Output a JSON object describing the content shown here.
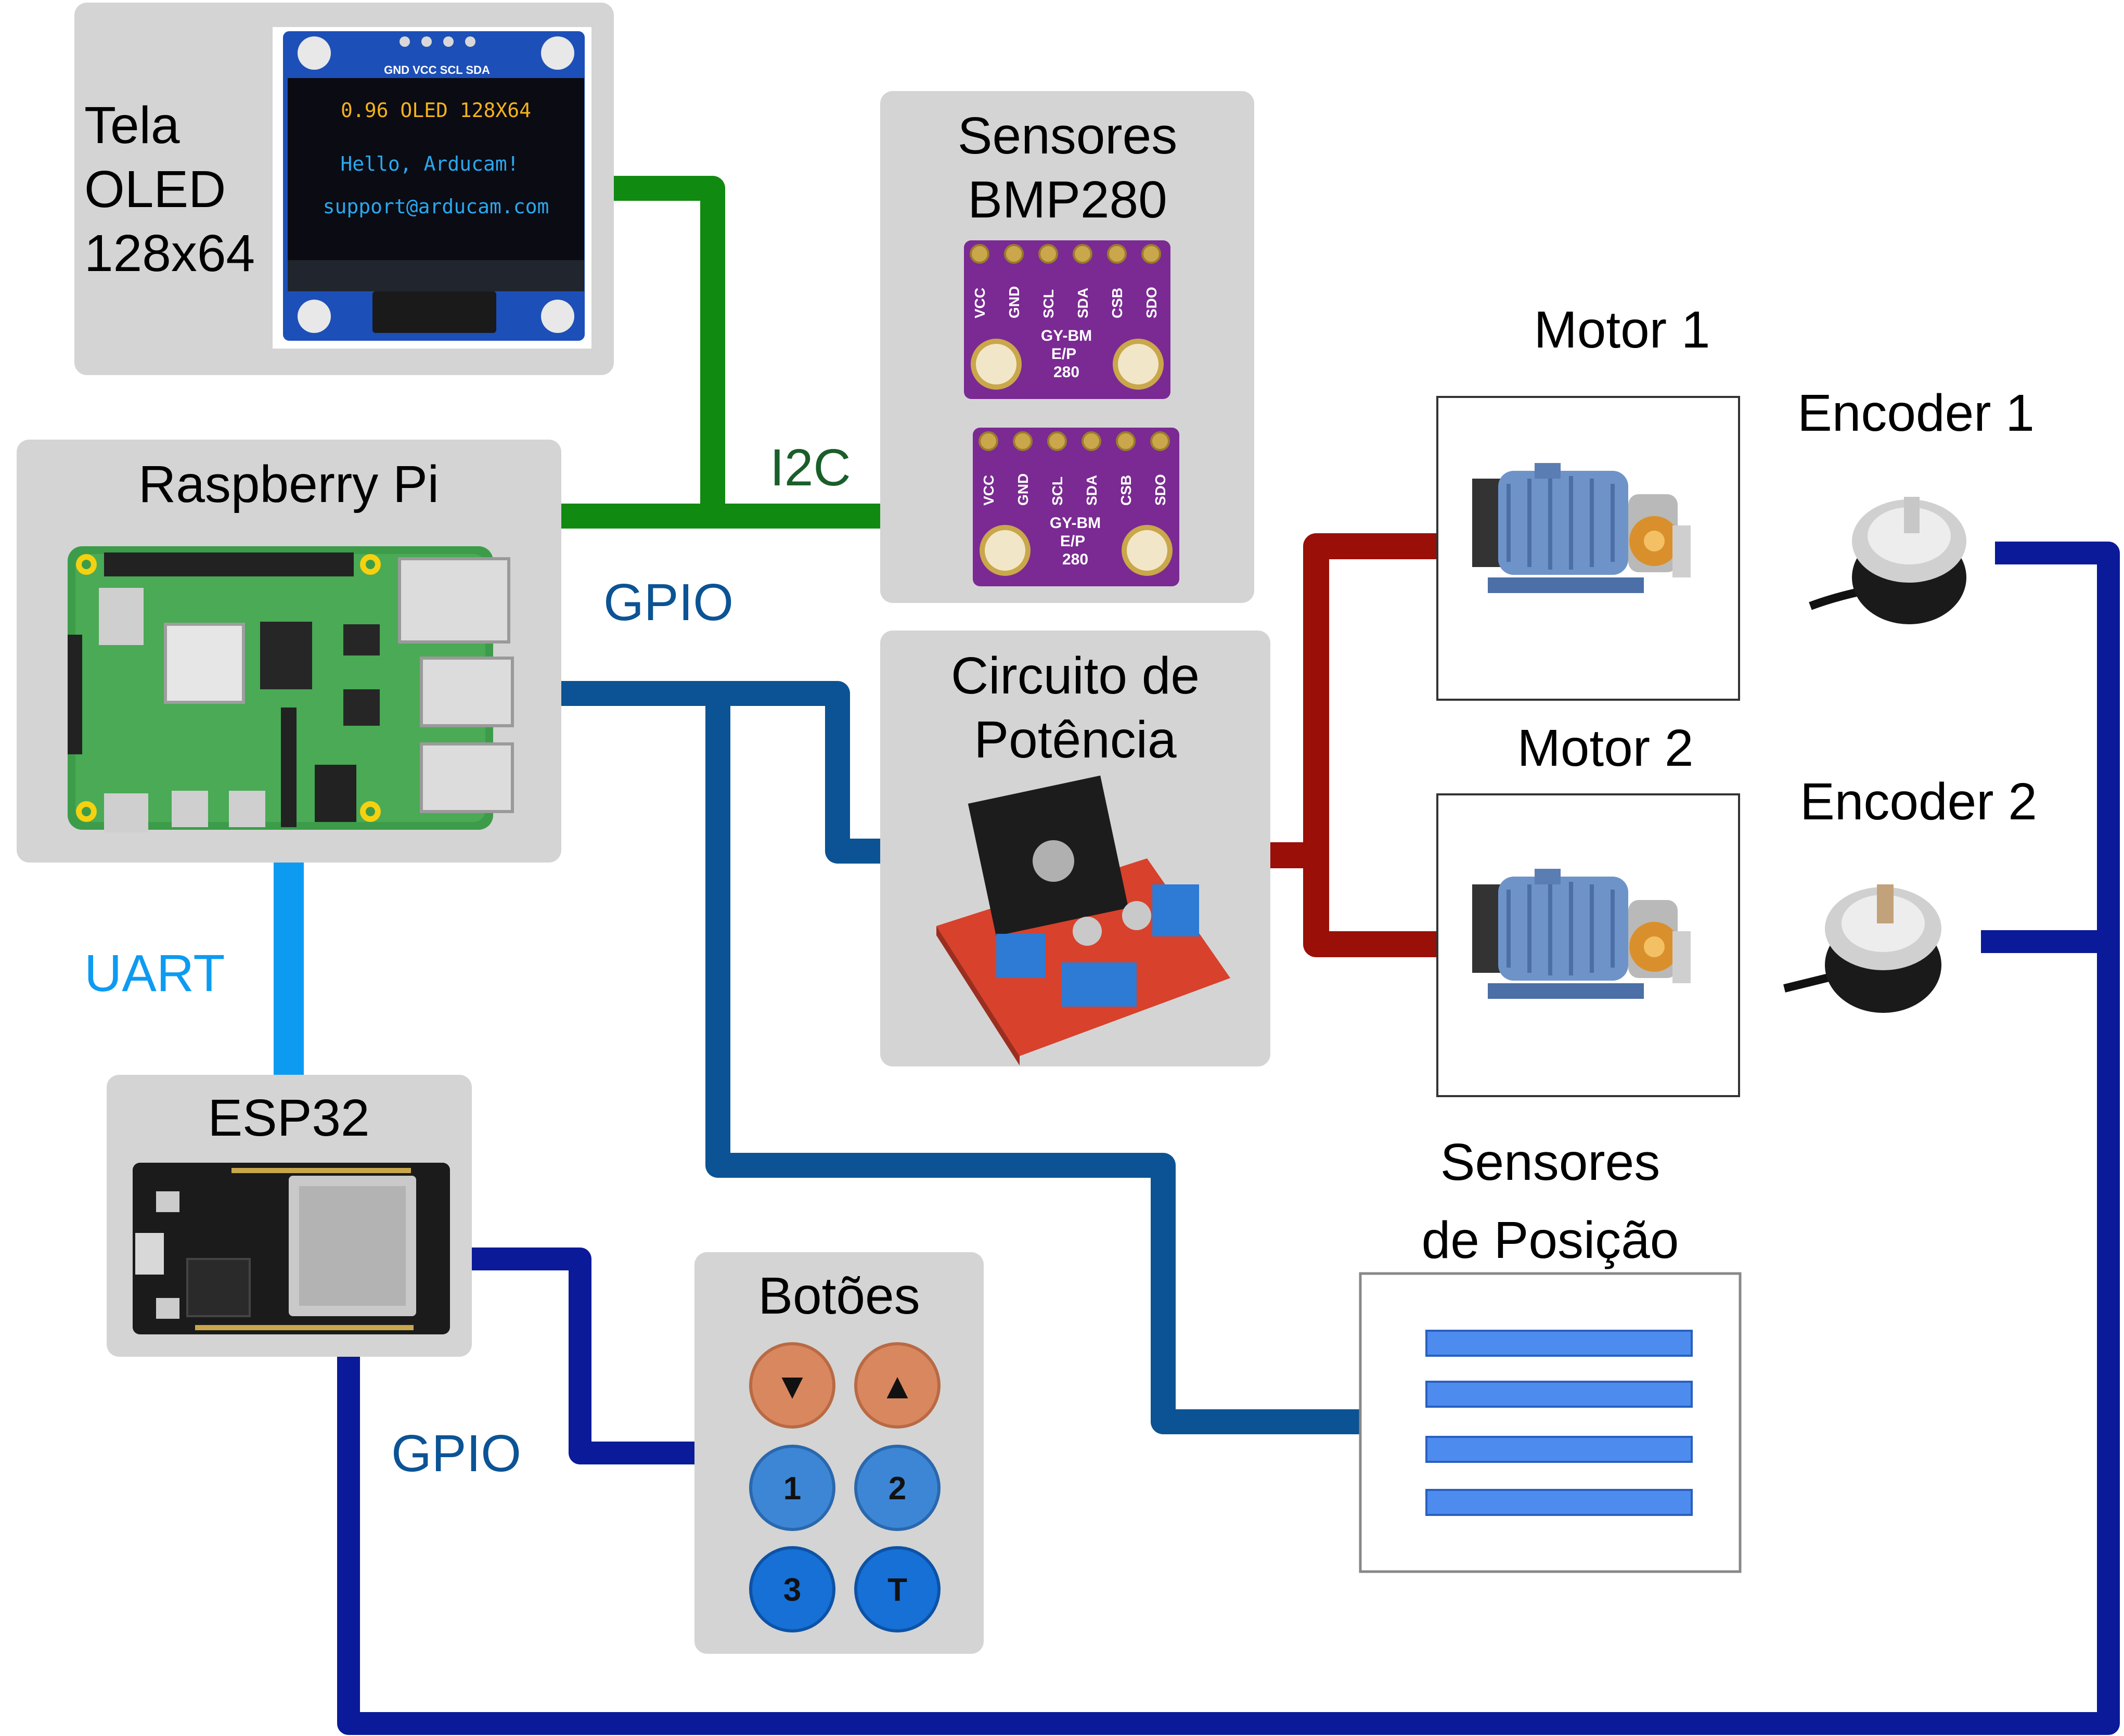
{
  "blocks": {
    "oled": {
      "label_lines": [
        "Tela",
        "OLED",
        "128x64"
      ],
      "pins": "GND VCC SCL SDA",
      "screen_lines": [
        "0.96 OLED 128X64",
        "Hello, Arducam!",
        "support@arducam.com"
      ]
    },
    "bmp280": {
      "title_lines": [
        "Sensores",
        "BMP280"
      ],
      "pins": [
        "VCC",
        "GND",
        "SCL",
        "SDA",
        "CSB",
        "SDO"
      ],
      "chip_text": [
        "GY-BM",
        "E/P",
        "280"
      ]
    },
    "raspberry": {
      "title": "Raspberry Pi"
    },
    "power": {
      "title_lines": [
        "Circuito de",
        "Potência"
      ]
    },
    "motor1": {
      "title": "Motor 1"
    },
    "motor2": {
      "title": "Motor 2"
    },
    "encoder1": {
      "title": "Encoder 1"
    },
    "encoder2": {
      "title": "Encoder 2"
    },
    "esp32": {
      "title": "ESP32"
    },
    "buttons": {
      "title": "Botões",
      "labels": [
        "▼",
        "▲",
        "1",
        "2",
        "3",
        "T"
      ]
    },
    "position": {
      "title_lines": [
        "Sensores",
        "de Posição"
      ]
    }
  },
  "connections": {
    "i2c": "I2C",
    "gpio_rpi": "GPIO",
    "uart": "UART",
    "gpio_esp": "GPIO"
  },
  "colors": {
    "i2c": "#118a11",
    "i2c_label": "#1a5e2a",
    "gpio_rpi": "#0b5394",
    "uart": "#0d9bf2",
    "gpio_esp": "#0b1a99",
    "power": "#9a0f08",
    "box": "#d4d4d4",
    "btn_orange": "#d9875e",
    "btn_blue": "#3d86d6"
  }
}
